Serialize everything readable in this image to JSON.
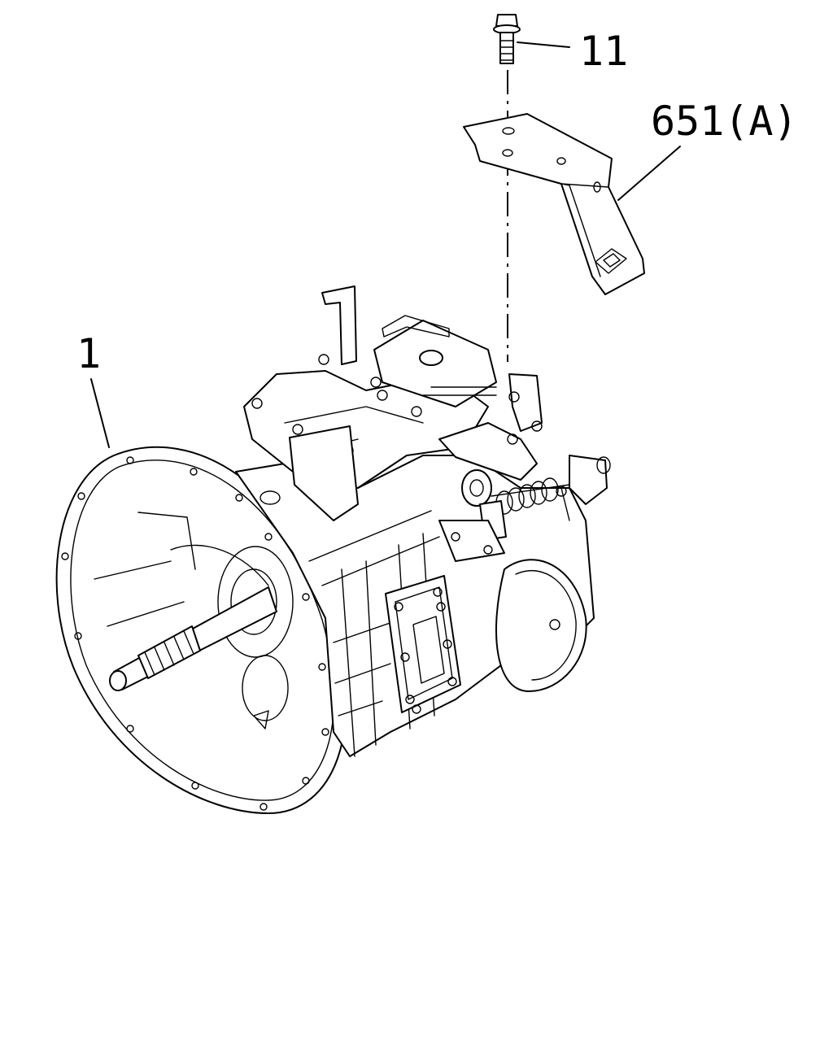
{
  "callouts": {
    "transmission": "1",
    "bolt": "11",
    "bracket": "651(A)"
  },
  "colors": {
    "line": "#000000",
    "background": "#ffffff"
  }
}
